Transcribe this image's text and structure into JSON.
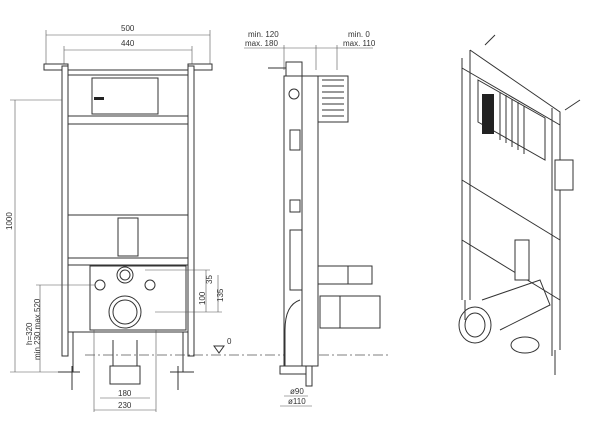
{
  "front_view": {
    "width_total": "500",
    "width_inner": "440",
    "height_total": "1000",
    "height_adjust_a": "h=320",
    "height_adjust_b": "min.230  max.520",
    "dim_35": "35",
    "dim_100": "100",
    "dim_135": "135",
    "dim_180": "180",
    "dim_230": "230",
    "floor_level": "0"
  },
  "side_view": {
    "depth_left_min": "min. 120",
    "depth_left_max": "max. 180",
    "depth_right_min": "min. 0",
    "depth_right_max": "max. 110",
    "pipe_90": "ø90",
    "pipe_110": "ø110"
  }
}
